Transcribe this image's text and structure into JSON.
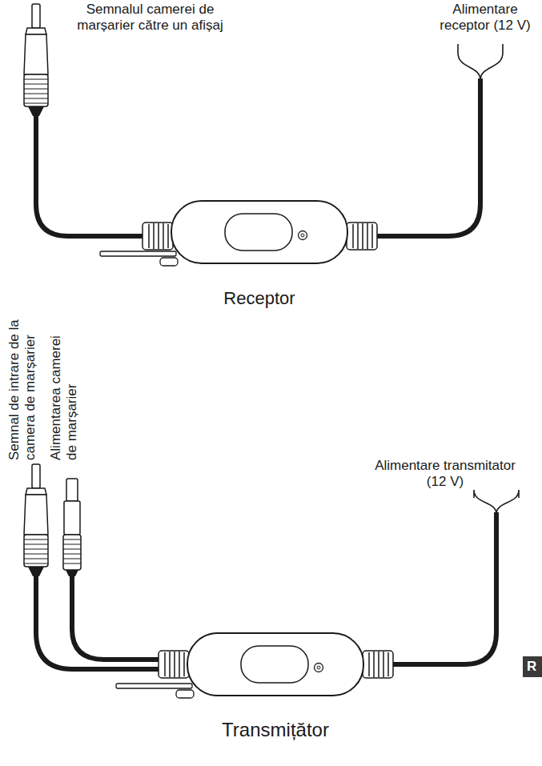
{
  "diagram": {
    "nodes": [
      {
        "text": [
          "Receptor"
        ]
      },
      {
        "text": [
          "Transmițător"
        ]
      }
    ],
    "labels": [
      "Semnalul camerei de marșarier către un afișaj",
      "Alimentare receptor (12 V)",
      "Semnal de intrare de la camera de marșarier",
      "Alimentarea camerei de marșarier",
      "Alimentare transmitator (12 V)",
      "R"
    ]
  }
}
